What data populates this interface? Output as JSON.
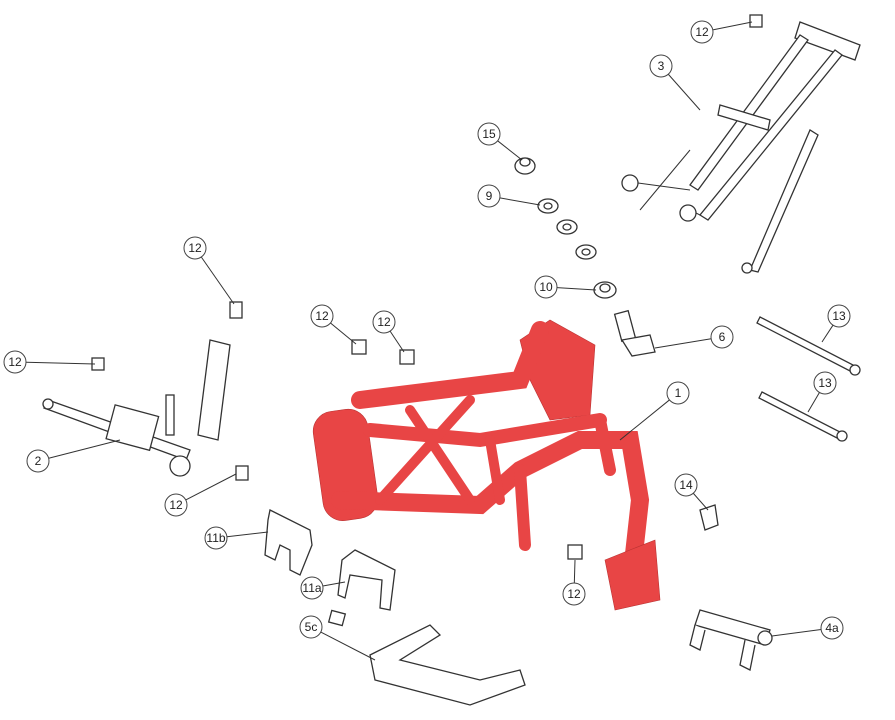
{
  "diagram": {
    "type": "exploded-parts-diagram",
    "highlight_color": "#e84545",
    "line_color": "#333333",
    "callouts": [
      {
        "label": "12"
      },
      {
        "label": "3"
      },
      {
        "label": "15"
      },
      {
        "label": "9"
      },
      {
        "label": "10"
      },
      {
        "label": "6"
      },
      {
        "label": "13"
      },
      {
        "label": "13"
      },
      {
        "label": "1"
      },
      {
        "label": "12"
      },
      {
        "label": "12"
      },
      {
        "label": "12"
      },
      {
        "label": "12"
      },
      {
        "label": "2"
      },
      {
        "label": "12"
      },
      {
        "label": "14"
      },
      {
        "label": "11b"
      },
      {
        "label": "11a"
      },
      {
        "label": "12"
      },
      {
        "label": "5c"
      },
      {
        "label": "4a"
      }
    ]
  }
}
